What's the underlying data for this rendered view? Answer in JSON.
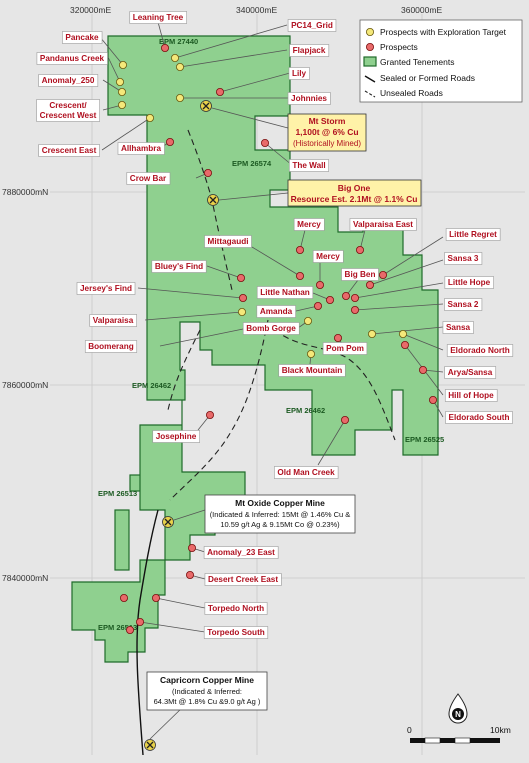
{
  "grid": {
    "eastings": [
      "320000mE",
      "340000mE",
      "360000mE"
    ],
    "northings": [
      "7880000mN",
      "7860000mN",
      "7840000mN"
    ]
  },
  "legend": {
    "items": [
      {
        "key": "ex_target",
        "label": "Prospects with  Exploration Target"
      },
      {
        "key": "prospect",
        "label": "Prospects"
      },
      {
        "key": "tenement",
        "label": "Granted Tenements"
      },
      {
        "key": "sealed",
        "label": "Sealed or Formed Roads"
      },
      {
        "key": "unsealed",
        "label": "Unsealed Roads"
      }
    ]
  },
  "tenements": [
    "EPM 27440",
    "EPM 26574",
    "EPM 26462",
    "EPM 26462",
    "EPM 26525",
    "EPM 26513",
    "EPM 26513"
  ],
  "prospects": [
    {
      "name": "Leaning Tree",
      "type": "prospect"
    },
    {
      "name": "Pancake",
      "type": "ex_target"
    },
    {
      "name": "Pandanus Creek",
      "type": "ex_target"
    },
    {
      "name": "Anomaly_250",
      "type": "ex_target"
    },
    {
      "name": "Crescent/\nCrescent West",
      "type": "ex_target"
    },
    {
      "name": "Crescent East",
      "type": "ex_target"
    },
    {
      "name": "Allhambra",
      "type": "prospect"
    },
    {
      "name": "PC14_Grid",
      "type": "ex_target"
    },
    {
      "name": "Flapjack",
      "type": "ex_target"
    },
    {
      "name": "Lily",
      "type": "prospect"
    },
    {
      "name": "Johnnies",
      "type": "ex_target"
    },
    {
      "name": "The Wall",
      "type": "prospect"
    },
    {
      "name": "Crow Bar",
      "type": "prospect"
    },
    {
      "name": "Mercy",
      "type": "prospect"
    },
    {
      "name": "Valparaisa East",
      "type": "prospect"
    },
    {
      "name": "Mittagaudi",
      "type": "prospect"
    },
    {
      "name": "Mercy",
      "type": "prospect"
    },
    {
      "name": "Little Regret",
      "type": "prospect"
    },
    {
      "name": "Big Ben",
      "type": "prospect"
    },
    {
      "name": "Sansa 3",
      "type": "prospect"
    },
    {
      "name": "Bluey's Find",
      "type": "prospect"
    },
    {
      "name": "Little Nathan",
      "type": "prospect"
    },
    {
      "name": "Little Hope",
      "type": "prospect"
    },
    {
      "name": "Jersey's Find",
      "type": "prospect"
    },
    {
      "name": "Amanda",
      "type": "prospect"
    },
    {
      "name": "Sansa 2",
      "type": "prospect"
    },
    {
      "name": "Valparaisa",
      "type": "ex_target"
    },
    {
      "name": "Bomb Gorge",
      "type": "ex_target"
    },
    {
      "name": "Sansa",
      "type": "ex_target"
    },
    {
      "name": "Boomerang",
      "type": "prospect"
    },
    {
      "name": "Pom Pom",
      "type": "prospect"
    },
    {
      "name": "Eldorado North",
      "type": "ex_target"
    },
    {
      "name": "Black Mountain",
      "type": "ex_target"
    },
    {
      "name": "Arya/Sansa",
      "type": "prospect"
    },
    {
      "name": "Hill of Hope",
      "type": "prospect"
    },
    {
      "name": "Eldorado South",
      "type": "prospect"
    },
    {
      "name": "Josephine",
      "type": "prospect"
    },
    {
      "name": "Old Man Creek",
      "type": "prospect"
    },
    {
      "name": "Anomaly_23 East",
      "type": "prospect"
    },
    {
      "name": "Desert Creek East",
      "type": "prospect"
    },
    {
      "name": "Torpedo North",
      "type": "prospect"
    },
    {
      "name": "Torpedo South",
      "type": "prospect"
    }
  ],
  "callouts": {
    "mt_storm": {
      "title": "Mt Storm",
      "line1": "1,100t @ 6% Cu",
      "line2": "(Historically Mined)"
    },
    "big_one": {
      "title": "Big One",
      "line1": "Resource Est. 2.1Mt @ 1.1% Cu"
    }
  },
  "mines": {
    "mt_oxide": {
      "title": "Mt Oxide Copper Mine",
      "line1": "(Indicated & Inferred: 15Mt @ 1.46% Cu &",
      "line2": "10.59 g/t Ag & 9.15Mt Co @ 0.23%)"
    },
    "capricorn": {
      "title": "Capricorn Copper Mine",
      "line1": "(Indicated & Inferred:",
      "line2": "64.3Mt @ 1.8% Cu &9.0 g/t Ag )"
    }
  },
  "scale": {
    "left": "0",
    "right": "10km"
  },
  "north": "N",
  "colors": {
    "tenement_fill": "#8fd08f",
    "tenement_stroke": "#1f6b2a",
    "prospect": "#e86a6a",
    "ex_target": "#f4e87a",
    "label_text": "#b01020",
    "callout_fill": "#fff2a8"
  }
}
